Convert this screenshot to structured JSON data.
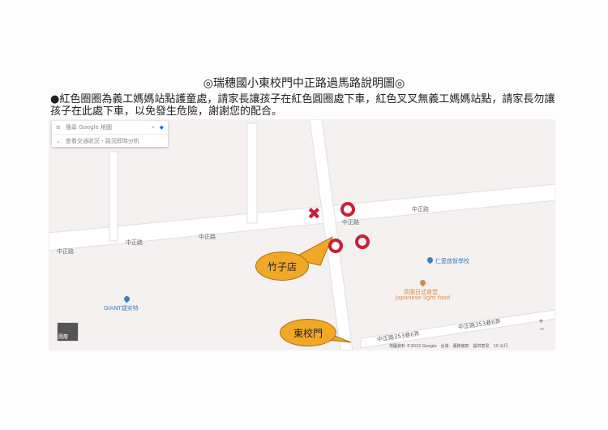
{
  "title": "◎瑞穗國小東校門中正路過馬路說明圖◎",
  "note": "●紅色圈圈為義工媽媽站點護童處，請家長讓孩子在紅色圓圈處下車，紅色叉叉無義工媽媽站點，請家長勿讓孩子在此處下車，以免發生危險，謝謝您的配合。",
  "map": {
    "search_placeholder": "搜尋 Google 地圖",
    "traffic_note": "查看交通狀況・路況即時分析",
    "roads": [
      "中正路",
      "中正路",
      "中正路",
      "中正路",
      "中正路",
      "中正路353巷6弄",
      "中正路353巷6弄"
    ],
    "callouts": {
      "bamboo": "竹子店",
      "east_gate": "東校門"
    },
    "places": {
      "restaurant": "高園日式食堂",
      "restaurant_en": "Japanese light food",
      "giant": "GIANT捷安特",
      "school": "仁愛啟智學校"
    },
    "thumbnail_label": "圖層",
    "footer": "地圖資料 ©2022 Google　台灣　服務條款　提供意見　10 公尺"
  },
  "colors": {
    "marker_red": "#c8203a",
    "callout": "#f0a826"
  }
}
